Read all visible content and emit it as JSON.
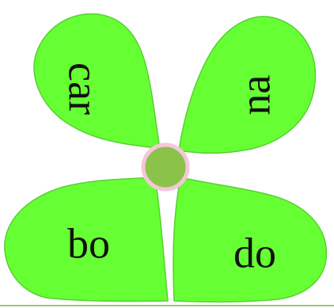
{
  "petals": [
    {
      "id": "top-left",
      "label": "car"
    },
    {
      "id": "top-right",
      "label": "na"
    },
    {
      "id": "bottom-left",
      "label": "bo"
    },
    {
      "id": "bottom-right",
      "label": "do"
    }
  ],
  "colors": {
    "petal_fill": "#66FF33",
    "petal_outline": "#58cf33",
    "center_fill": "#8BC34A",
    "center_ring": "#F6C6DA",
    "ground_line": "#9ccc65",
    "text": "#111111"
  }
}
